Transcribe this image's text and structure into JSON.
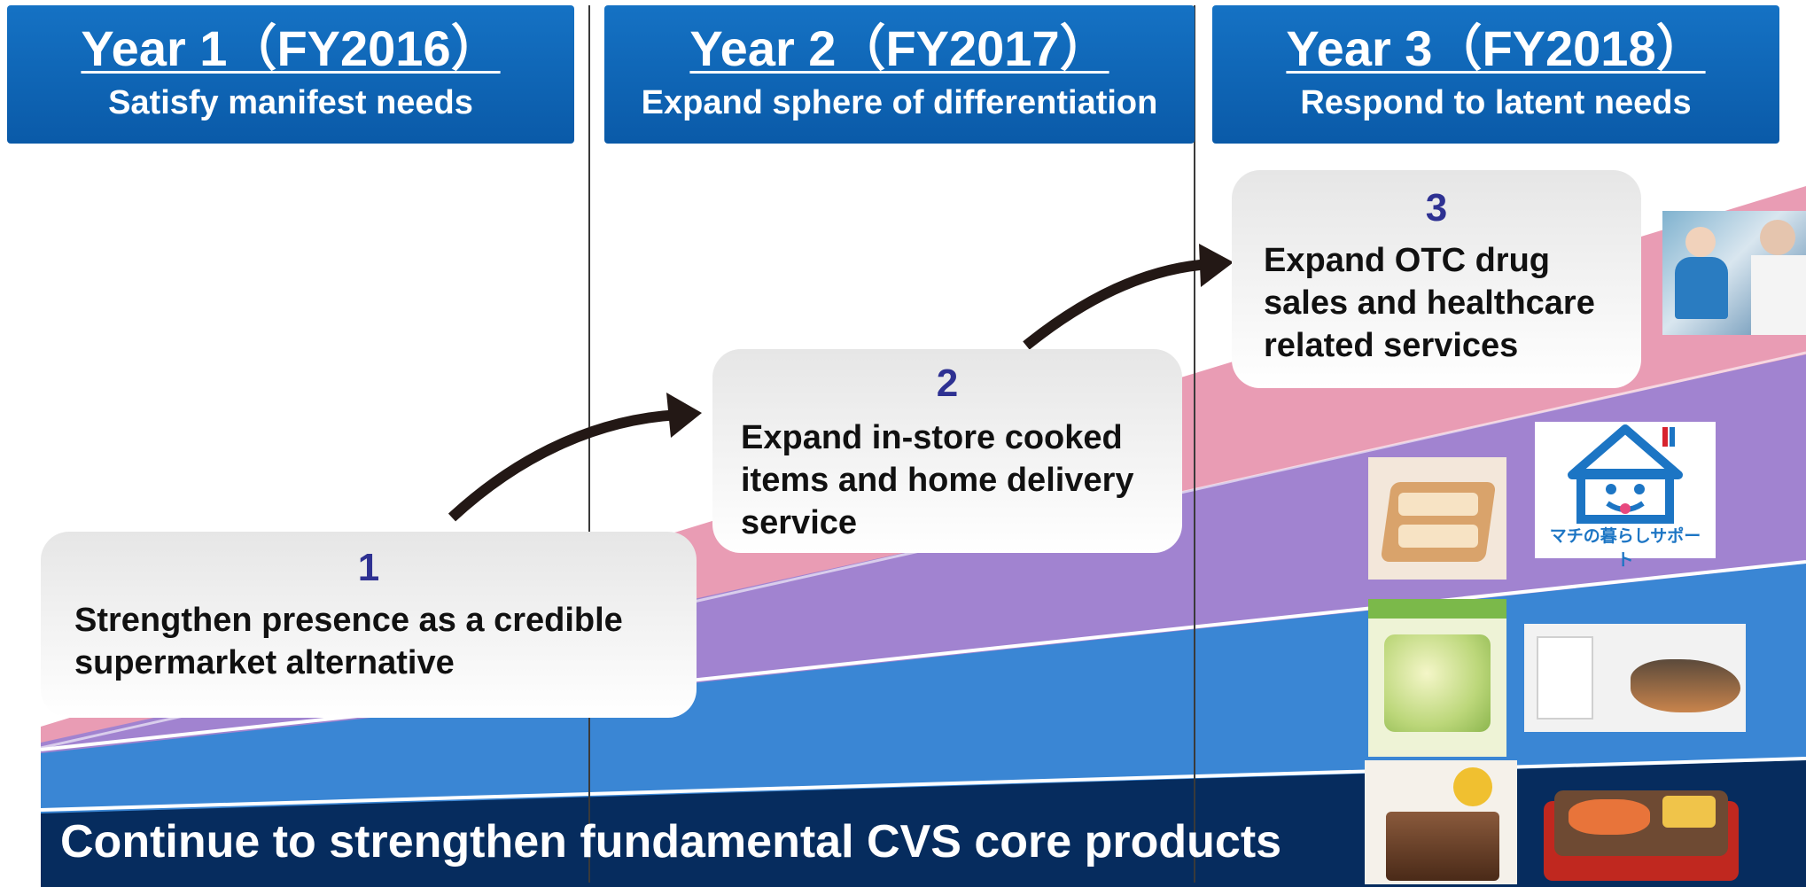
{
  "columns": [
    {
      "year": "Year 1（FY2016）",
      "theme": "Satisfy manifest needs"
    },
    {
      "year": "Year 2（FY2017）",
      "theme": "Expand sphere of differentiation"
    },
    {
      "year": "Year 3（FY2018）",
      "theme": "Respond to latent needs"
    }
  ],
  "steps": [
    {
      "number": "1",
      "text": "Strengthen presence as a credible supermarket alternative"
    },
    {
      "number": "2",
      "text": "Expand in-store cooked items and home delivery service"
    },
    {
      "number": "3",
      "text": "Expand OTC drug sales and healthcare related services"
    }
  ],
  "core_band": {
    "text": "Continue to strengthen fundamental CVS core products"
  },
  "logo": {
    "text": "マチの暮らしサポート"
  },
  "colors": {
    "header_blue": "#0e63b4",
    "band_navy": "#062c5e",
    "band_blue": "#3a86d4",
    "band_purple": "#a183d0",
    "band_pink": "#e99cb4",
    "step_number": "#2e3192"
  }
}
